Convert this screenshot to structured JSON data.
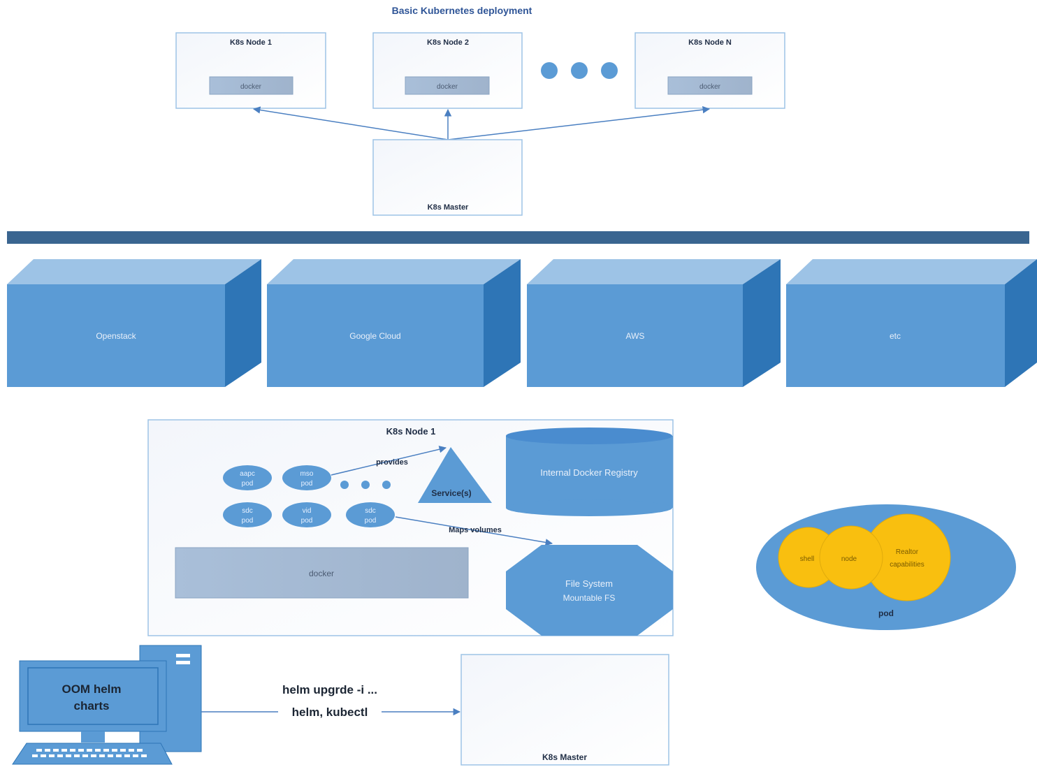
{
  "title": "Basic Kubernetes deployment",
  "nodes": [
    {
      "label": "K8s Node 1",
      "docker_label": "docker"
    },
    {
      "label": "K8s Node 2",
      "docker_label": "docker"
    },
    {
      "label": "K8s Node N",
      "docker_label": "docker"
    }
  ],
  "master_top": {
    "label": "K8s Master"
  },
  "clouds": [
    {
      "label": "Openstack"
    },
    {
      "label": "Google Cloud"
    },
    {
      "label": "AWS"
    },
    {
      "label": "etc"
    }
  ],
  "node_detail": {
    "title": "K8s Node 1",
    "pods": [
      {
        "line1": "aapc",
        "line2": "pod"
      },
      {
        "line1": "mso",
        "line2": "pod"
      },
      {
        "line1": "sdc",
        "line2": "pod"
      },
      {
        "line1": "vid",
        "line2": "pod"
      },
      {
        "line1": "sdc",
        "line2": "pod"
      }
    ],
    "provides_label": "provides",
    "service_label": "Service(s)",
    "registry_label": "Internal Docker Registry",
    "maps_label": "Maps volumes",
    "docker_label": "docker",
    "fs_line1": "File System",
    "fs_line2": "Mountable FS"
  },
  "pod_diagram": {
    "label": "pod",
    "circles": [
      {
        "line1": "",
        "line2": "shell"
      },
      {
        "line1": "",
        "line2": "node"
      },
      {
        "line1": "Realtor",
        "line2": "capabilities"
      }
    ]
  },
  "computer": {
    "line1": "OOM helm",
    "line2": "charts"
  },
  "command": {
    "upgrade": "helm upgrde -i ...",
    "tools": "helm, kubectl"
  },
  "master_bottom": {
    "label": "K8s Master"
  },
  "colors": {
    "accent": "#5b9bd5",
    "accent_dark": "#2e75b6",
    "accent_light": "#9dc3e6",
    "banner": "#3a6590",
    "yellow": "#f9bf0f"
  }
}
